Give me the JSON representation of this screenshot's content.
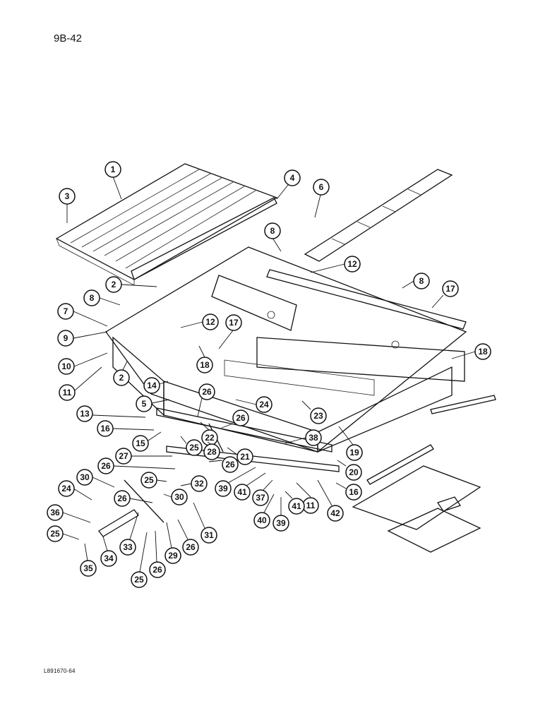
{
  "page_number": "9B-42",
  "reference_code": "L891670-64",
  "callouts": [
    {
      "label": "1"
    },
    {
      "label": "3"
    },
    {
      "label": "4"
    },
    {
      "label": "6"
    },
    {
      "label": "8"
    },
    {
      "label": "12"
    },
    {
      "label": "8"
    },
    {
      "label": "17"
    },
    {
      "label": "2"
    },
    {
      "label": "8"
    },
    {
      "label": "7"
    },
    {
      "label": "9"
    },
    {
      "label": "12"
    },
    {
      "label": "17"
    },
    {
      "label": "18"
    },
    {
      "label": "10"
    },
    {
      "label": "2"
    },
    {
      "label": "18"
    },
    {
      "label": "11"
    },
    {
      "label": "14"
    },
    {
      "label": "26"
    },
    {
      "label": "5"
    },
    {
      "label": "24"
    },
    {
      "label": "23"
    },
    {
      "label": "13"
    },
    {
      "label": "22"
    },
    {
      "label": "26"
    },
    {
      "label": "16"
    },
    {
      "label": "25"
    },
    {
      "label": "15"
    },
    {
      "label": "28"
    },
    {
      "label": "21"
    },
    {
      "label": "38"
    },
    {
      "label": "19"
    },
    {
      "label": "27"
    },
    {
      "label": "26"
    },
    {
      "label": "26"
    },
    {
      "label": "20"
    },
    {
      "label": "30"
    },
    {
      "label": "25"
    },
    {
      "label": "32"
    },
    {
      "label": "39"
    },
    {
      "label": "41"
    },
    {
      "label": "16"
    },
    {
      "label": "24"
    },
    {
      "label": "30"
    },
    {
      "label": "37"
    },
    {
      "label": "26"
    },
    {
      "label": "36"
    },
    {
      "label": "11"
    },
    {
      "label": "42"
    },
    {
      "label": "41"
    },
    {
      "label": "40"
    },
    {
      "label": "39"
    },
    {
      "label": "25"
    },
    {
      "label": "31"
    },
    {
      "label": "33"
    },
    {
      "label": "29"
    },
    {
      "label": "26"
    },
    {
      "label": "34"
    },
    {
      "label": "35"
    },
    {
      "label": "25"
    },
    {
      "label": "26"
    }
  ]
}
